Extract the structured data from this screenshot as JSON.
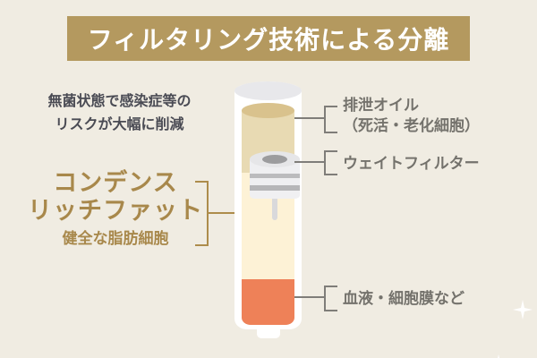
{
  "title": "フィルタリング技術による分離",
  "note": {
    "line1": "無菌状態で感染症等の",
    "line2": "リスクが大幅に削減"
  },
  "highlight": {
    "line1": "コンデンス",
    "line2": "リッチファット",
    "sub": "健全な脂肪細胞"
  },
  "labels": {
    "oil_line1": "排泄オイル",
    "oil_line2": "（死活・老化細胞）",
    "filter": "ウェイトフィルター",
    "blood": "血液・細胞膜など"
  },
  "tube": {
    "layers": [
      {
        "name": "excreted-oil",
        "color": "#e8dab3"
      },
      {
        "name": "weight-filter",
        "color": "#e6e6e8"
      },
      {
        "name": "condensed-rich-fat",
        "color": "#fdf2d6"
      },
      {
        "name": "blood-cell-membrane",
        "color": "#ee8158"
      }
    ]
  },
  "colors": {
    "background": "#f0ece2",
    "banner_gold": "#b4995f",
    "accent_gold": "#a8884b",
    "note_text": "#4a4b54",
    "label_text": "#74726c",
    "connector_gray": "#7f7d79"
  }
}
